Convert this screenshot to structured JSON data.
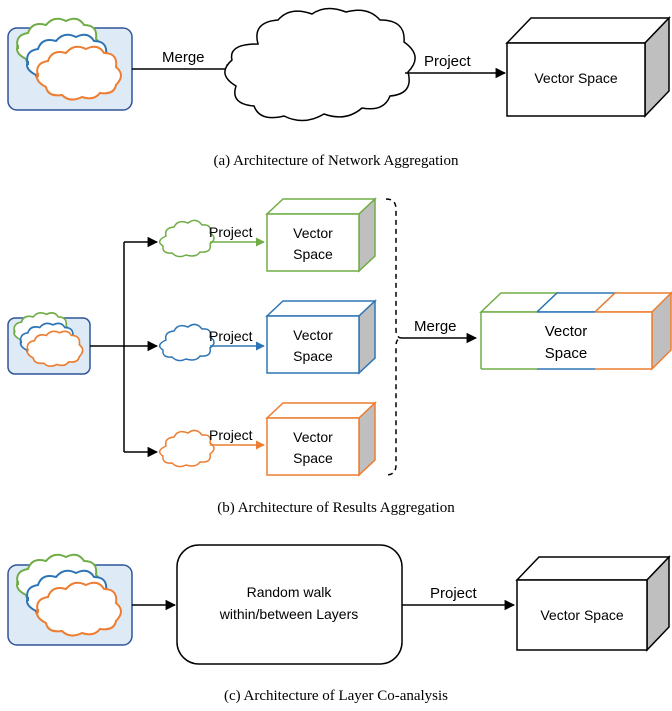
{
  "colors": {
    "green": "#70ad47",
    "blue": "#2e75b6",
    "orange": "#ed7d31",
    "black": "#000000",
    "multilayer_box_stroke": "#2f5597",
    "multilayer_box_fill": "#deebf7",
    "cube_side_fill": "#bfbfbf"
  },
  "panel_a": {
    "merge_label": "Merge",
    "project_label": "Project",
    "vector_space": "Vector Space",
    "caption": "(a)  Architecture of Network Aggregation"
  },
  "panel_b": {
    "branches": [
      {
        "project_label": "Project",
        "vector_space_line1": "Vector",
        "vector_space_line2": "Space",
        "color": "green"
      },
      {
        "project_label": "Project",
        "vector_space_line1": "Vector",
        "vector_space_line2": "Space",
        "color": "blue"
      },
      {
        "project_label": "Project",
        "vector_space_line1": "Vector",
        "vector_space_line2": "Space",
        "color": "orange"
      }
    ],
    "merge_label": "Merge",
    "merged_vector_space_line1": "Vector",
    "merged_vector_space_line2": "Space",
    "caption": "(b)  Architecture of Results Aggregation"
  },
  "panel_c": {
    "random_walk_line1": "Random walk",
    "random_walk_line2": "within/between Layers",
    "project_label": "Project",
    "vector_space": "Vector Space",
    "caption": "(c)  Architecture of Layer Co-analysis"
  }
}
